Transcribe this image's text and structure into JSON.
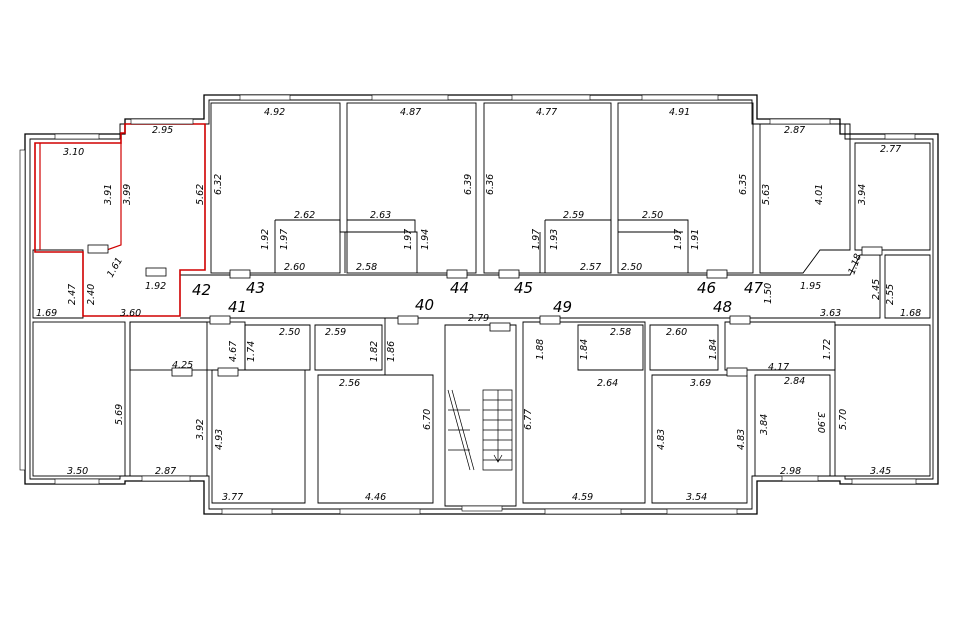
{
  "colors": {
    "wall": "#000000",
    "highlight": "#d00000",
    "background": "#ffffff"
  },
  "room_numbers": [
    {
      "id": "n40",
      "text": "40"
    },
    {
      "id": "n41",
      "text": "41"
    },
    {
      "id": "n42",
      "text": "42"
    },
    {
      "id": "n43",
      "text": "43"
    },
    {
      "id": "n44",
      "text": "44"
    },
    {
      "id": "n45",
      "text": "45"
    },
    {
      "id": "n46",
      "text": "46"
    },
    {
      "id": "n47",
      "text": "47"
    },
    {
      "id": "n48",
      "text": "48"
    },
    {
      "id": "n49",
      "text": "49"
    }
  ],
  "dimensions": [
    {
      "id": "d1",
      "text": "2.95"
    },
    {
      "id": "d2",
      "text": "3.10"
    },
    {
      "id": "d3",
      "text": "3.91"
    },
    {
      "id": "d4",
      "text": "3.99"
    },
    {
      "id": "d5",
      "text": "5.62"
    },
    {
      "id": "d6",
      "text": "1.61"
    },
    {
      "id": "d7",
      "text": "1.92"
    },
    {
      "id": "d8",
      "text": "2.47"
    },
    {
      "id": "d9",
      "text": "2.40"
    },
    {
      "id": "d10",
      "text": "1.69"
    },
    {
      "id": "d11",
      "text": "3.60"
    },
    {
      "id": "d12",
      "text": "4.92"
    },
    {
      "id": "d13",
      "text": "6.32"
    },
    {
      "id": "d14",
      "text": "2.62"
    },
    {
      "id": "d15",
      "text": "1.92"
    },
    {
      "id": "d16",
      "text": "1.97"
    },
    {
      "id": "d17",
      "text": "2.60"
    },
    {
      "id": "d18",
      "text": "4.87"
    },
    {
      "id": "d19",
      "text": "6.39"
    },
    {
      "id": "d20",
      "text": "2.63"
    },
    {
      "id": "d21",
      "text": "2.58"
    },
    {
      "id": "d22",
      "text": "1.97"
    },
    {
      "id": "d23",
      "text": "1.94"
    },
    {
      "id": "d24",
      "text": "4.77"
    },
    {
      "id": "d25",
      "text": "6.36"
    },
    {
      "id": "d26",
      "text": "2.59"
    },
    {
      "id": "d27",
      "text": "1.97"
    },
    {
      "id": "d28",
      "text": "1.93"
    },
    {
      "id": "d29",
      "text": "2.57"
    },
    {
      "id": "d30",
      "text": "4.91"
    },
    {
      "id": "d31",
      "text": "6.35"
    },
    {
      "id": "d32",
      "text": "2.50"
    },
    {
      "id": "d33",
      "text": "1.97"
    },
    {
      "id": "d34",
      "text": "1.91"
    },
    {
      "id": "d35",
      "text": "2.50"
    },
    {
      "id": "d36",
      "text": "2.87"
    },
    {
      "id": "d37",
      "text": "5.63"
    },
    {
      "id": "d38",
      "text": "4.01"
    },
    {
      "id": "d39",
      "text": "2.77"
    },
    {
      "id": "d40",
      "text": "3.94"
    },
    {
      "id": "d41",
      "text": "1.18"
    },
    {
      "id": "d42",
      "text": "1.95"
    },
    {
      "id": "d43",
      "text": "1.50"
    },
    {
      "id": "d44",
      "text": "2.45"
    },
    {
      "id": "d45",
      "text": "2.55"
    },
    {
      "id": "d46",
      "text": "3.63"
    },
    {
      "id": "d47",
      "text": "1.68"
    },
    {
      "id": "d48",
      "text": "2.79"
    },
    {
      "id": "d49",
      "text": "4.25"
    },
    {
      "id": "d50",
      "text": "4.67"
    },
    {
      "id": "d51",
      "text": "1.74"
    },
    {
      "id": "d52",
      "text": "2.50"
    },
    {
      "id": "d53",
      "text": "2.59"
    },
    {
      "id": "d54",
      "text": "1.82"
    },
    {
      "id": "d55",
      "text": "1.86"
    },
    {
      "id": "d56",
      "text": "2.56"
    },
    {
      "id": "d57",
      "text": "5.69"
    },
    {
      "id": "d58",
      "text": "3.92"
    },
    {
      "id": "d59",
      "text": "4.93"
    },
    {
      "id": "d60",
      "text": "6.70"
    },
    {
      "id": "d61",
      "text": "3.50"
    },
    {
      "id": "d62",
      "text": "2.87"
    },
    {
      "id": "d63",
      "text": "3.77"
    },
    {
      "id": "d64",
      "text": "4.46"
    },
    {
      "id": "d65",
      "text": "1.88"
    },
    {
      "id": "d66",
      "text": "1.84"
    },
    {
      "id": "d67",
      "text": "2.58"
    },
    {
      "id": "d68",
      "text": "2.60"
    },
    {
      "id": "d69",
      "text": "1.84"
    },
    {
      "id": "d70",
      "text": "2.64"
    },
    {
      "id": "d71",
      "text": "3.69"
    },
    {
      "id": "d72",
      "text": "4.17"
    },
    {
      "id": "d73",
      "text": "2.84"
    },
    {
      "id": "d74",
      "text": "1.72"
    },
    {
      "id": "d75",
      "text": "6.77"
    },
    {
      "id": "d76",
      "text": "4.83"
    },
    {
      "id": "d77",
      "text": "4.83"
    },
    {
      "id": "d78",
      "text": "3.84"
    },
    {
      "id": "d79",
      "text": "3.90"
    },
    {
      "id": "d80",
      "text": "5.70"
    },
    {
      "id": "d81",
      "text": "4.59"
    },
    {
      "id": "d82",
      "text": "3.54"
    },
    {
      "id": "d83",
      "text": "2.98"
    },
    {
      "id": "d84",
      "text": "3.45"
    }
  ]
}
